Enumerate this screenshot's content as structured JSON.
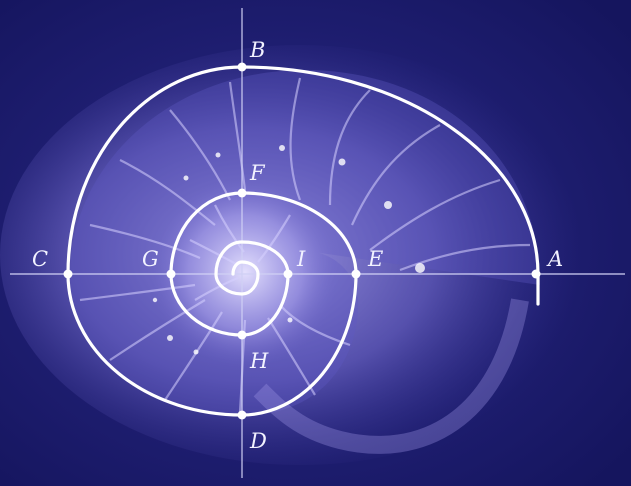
{
  "colors": {
    "background": "#1c1c6e",
    "shell_glow": "#9a8fe8",
    "spiral": "#ffffff",
    "axis": "#c9c9f2"
  },
  "points": [
    {
      "key": "A",
      "label": "A"
    },
    {
      "key": "B",
      "label": "B"
    },
    {
      "key": "C",
      "label": "C"
    },
    {
      "key": "D",
      "label": "D"
    },
    {
      "key": "E",
      "label": "E"
    },
    {
      "key": "F",
      "label": "F"
    },
    {
      "key": "G",
      "label": "G"
    },
    {
      "key": "H",
      "label": "H"
    },
    {
      "key": "I",
      "label": "I"
    }
  ]
}
